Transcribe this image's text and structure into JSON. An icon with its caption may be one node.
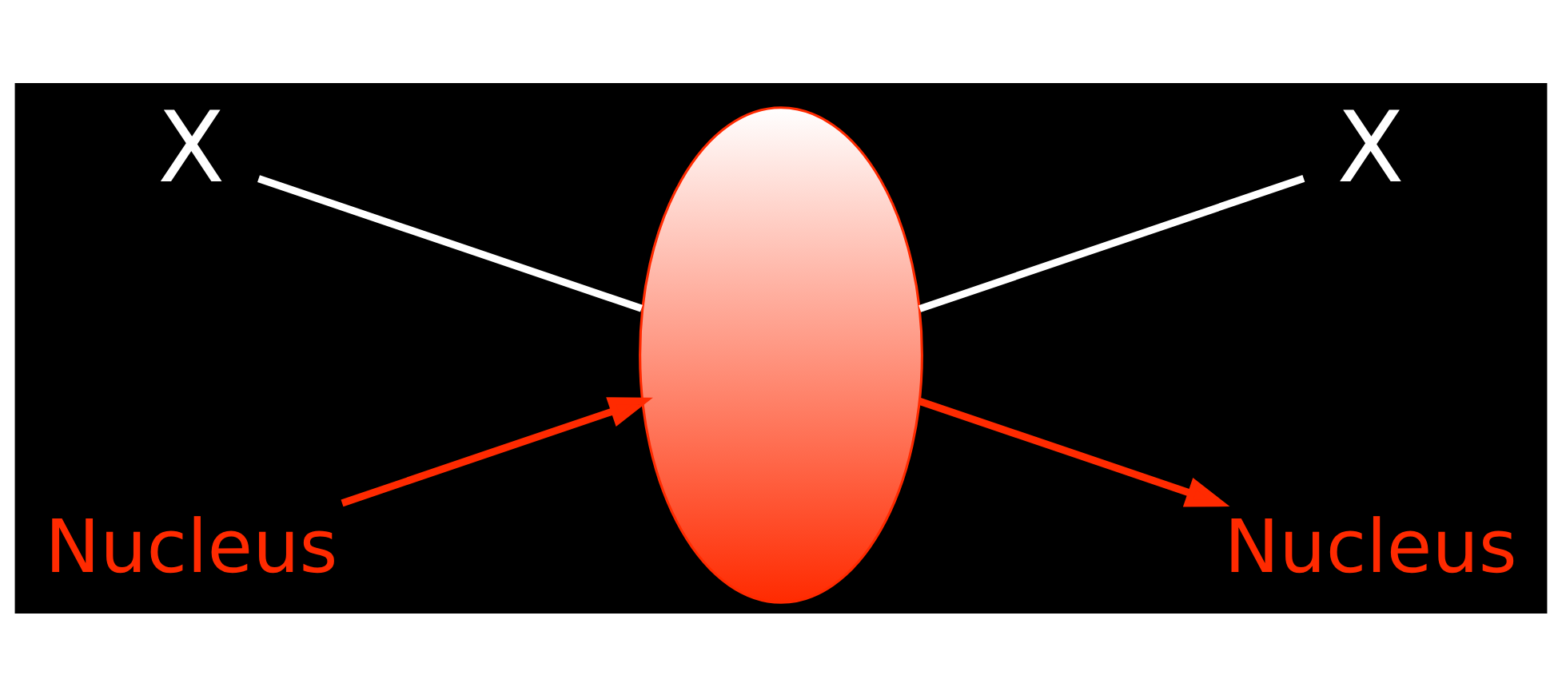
{
  "diagram": {
    "nodes": [
      {
        "text": [
          "X"
        ]
      },
      {
        "text": [
          "X"
        ]
      },
      {
        "text": [],
        "shape": "ellipse"
      },
      {
        "text": [
          "Nucleus"
        ]
      },
      {
        "text": [
          "Nucleus"
        ]
      }
    ],
    "edges": [
      {
        "from": 0,
        "to": 2,
        "arrow": "none",
        "color": "#ffffff"
      },
      {
        "from": 2,
        "to": 1,
        "arrow": "none",
        "color": "#ffffff"
      },
      {
        "from": 3,
        "to": 2,
        "arrow": "to",
        "color": "#ff2a00"
      },
      {
        "from": 2,
        "to": 4,
        "arrow": "to",
        "color": "#ff2a00"
      }
    ]
  }
}
